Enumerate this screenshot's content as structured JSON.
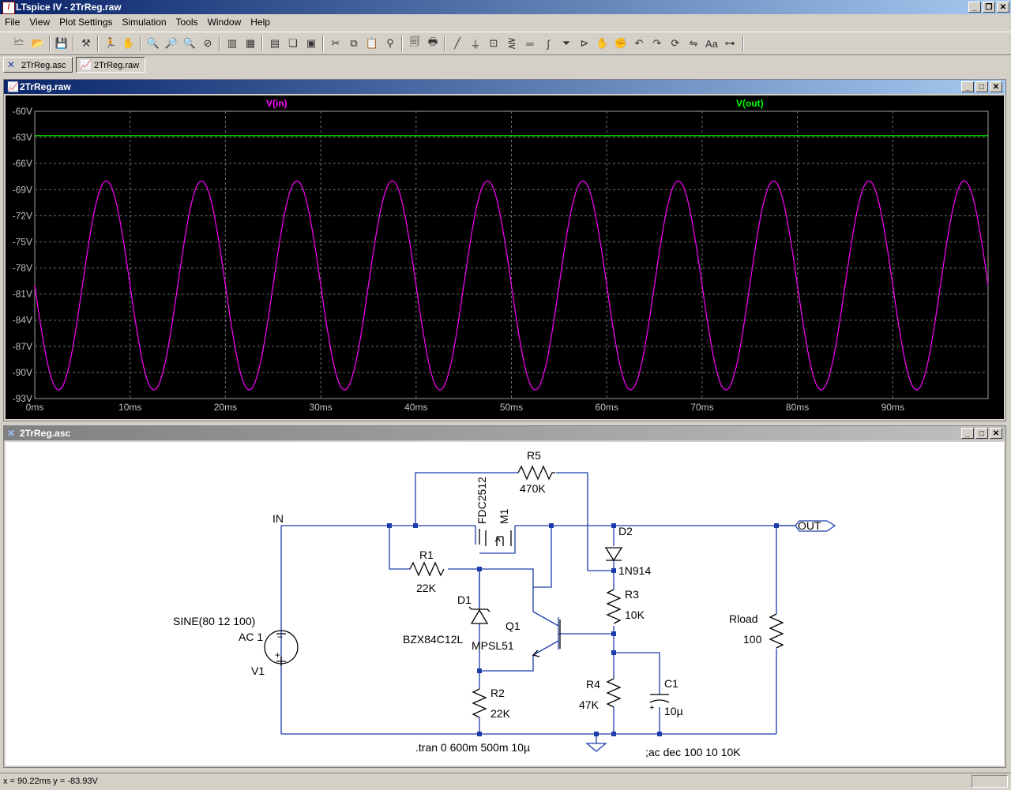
{
  "app": {
    "title": "LTspice IV - 2TrReg.raw"
  },
  "menu": [
    "File",
    "View",
    "Plot Settings",
    "Simulation",
    "Tools",
    "Window",
    "Help"
  ],
  "toolbar_icons": [
    "new-schematic-icon",
    "open-icon",
    "save-icon",
    "control-panel-icon",
    "run-icon",
    "halt-icon",
    "zoom-in-icon",
    "zoom-area-icon",
    "zoom-out-icon",
    "zoom-fit-icon",
    "autorange-icon",
    "add-trace-icon",
    "tile-horizontal-icon",
    "cascade-icon",
    "tile-vertical-icon",
    "cut-icon",
    "copy-icon",
    "paste-icon",
    "find-icon",
    "print-preview-icon",
    "print-icon",
    "wire-icon",
    "ground-icon",
    "label-icon",
    "resistor-icon",
    "capacitor-icon",
    "inductor-icon",
    "diode-icon",
    "component-icon",
    "move-icon",
    "drag-icon",
    "undo-icon",
    "redo-icon",
    "rotate-icon",
    "mirror-icon",
    "text-icon",
    "spice-directive-icon"
  ],
  "tabs": [
    {
      "label": "2TrReg.asc"
    },
    {
      "label": "2TrReg.raw"
    }
  ],
  "plot_window": {
    "title": "2TrReg.raw"
  },
  "schematic_window": {
    "title": "2TrReg.asc"
  },
  "chart_data": {
    "type": "line",
    "title": "",
    "xlabel": "",
    "ylabel": "",
    "xlim": [
      0,
      100
    ],
    "ylim": [
      -93,
      -60
    ],
    "x_unit": "ms",
    "y_unit": "V",
    "grid": true,
    "xticks": [
      "0ms",
      "10ms",
      "20ms",
      "30ms",
      "40ms",
      "50ms",
      "60ms",
      "70ms",
      "80ms",
      "90ms"
    ],
    "yticks": [
      "-60V",
      "-63V",
      "-66V",
      "-69V",
      "-72V",
      "-75V",
      "-78V",
      "-81V",
      "-84V",
      "-87V",
      "-90V",
      "-93V"
    ],
    "series": [
      {
        "name": "V(in)",
        "color": "#ff00ff",
        "kind": "sine",
        "offset": -80,
        "amplitude": 12,
        "frequency_hz": 100,
        "phase_deg": 180
      },
      {
        "name": "V(out)",
        "color": "#00ff00",
        "kind": "constant",
        "value": -62.8
      }
    ]
  },
  "schematic": {
    "labels": {
      "in": "IN",
      "out": "OUT",
      "r5": "R5",
      "r5_val": "470K",
      "m1_model": "FDC2512",
      "m1": "M1",
      "d2": "D2",
      "d2_model": "1N914",
      "r1": "R1",
      "r1_val": "22K",
      "d1": "D1",
      "d1_model": "BZX84C12L",
      "q1": "Q1",
      "q1_model": "MPSL51",
      "r3": "R3",
      "r3_val": "10K",
      "r4": "R4",
      "r4_val": "47K",
      "c1": "C1",
      "c1_val": "10µ",
      "r2": "R2",
      "r2_val": "22K",
      "rload": "Rload",
      "rload_val": "100",
      "v1_spec": "SINE(80 12 100)",
      "v1_ac": "AC 1",
      "v1": "V1",
      "tran": ".tran 0 600m 500m 10µ",
      "ac": ";ac dec 100 10 10K"
    }
  },
  "status": {
    "cursor": "x = 90.22ms    y = -83.93V"
  }
}
